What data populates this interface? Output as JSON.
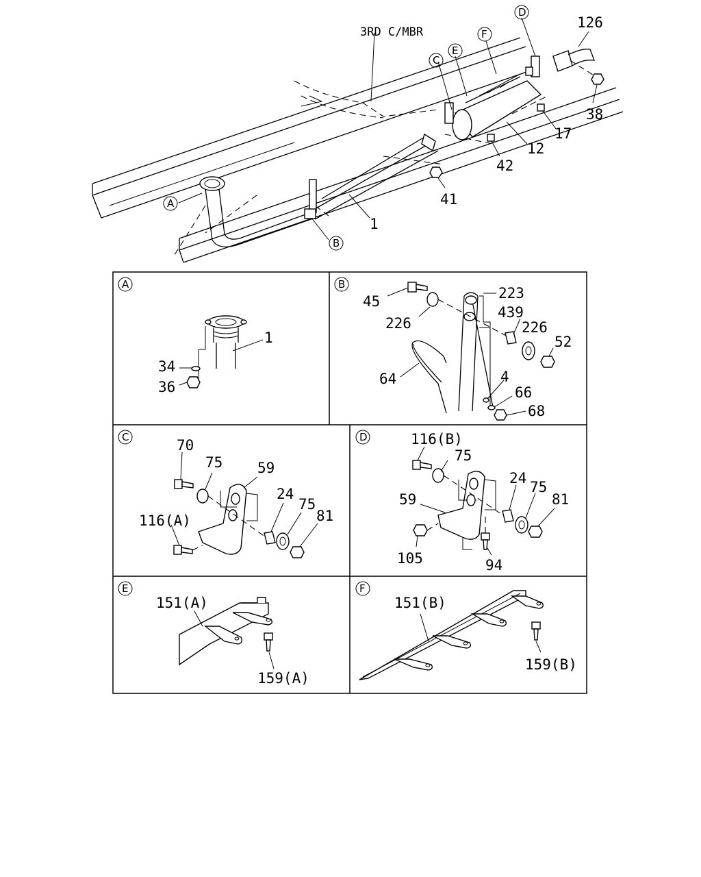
{
  "overview": {
    "member_label": "3RD C/MBR",
    "callouts": [
      "126",
      "38",
      "17",
      "12",
      "42",
      "41",
      "1"
    ],
    "refs": [
      "A",
      "B",
      "C",
      "D",
      "E",
      "F"
    ]
  },
  "panels": {
    "A": {
      "ref": "A",
      "labels": [
        "1",
        "34",
        "36"
      ]
    },
    "B": {
      "ref": "B",
      "labels": [
        "45",
        "223",
        "226",
        "439",
        "226",
        "52",
        "64",
        "4",
        "66",
        "68"
      ]
    },
    "C": {
      "ref": "C",
      "labels": [
        "70",
        "75",
        "59",
        "24",
        "75",
        "81",
        "116(A)"
      ]
    },
    "D": {
      "ref": "D",
      "labels": [
        "116(B)",
        "75",
        "24",
        "75",
        "81",
        "59",
        "105",
        "94"
      ]
    },
    "E": {
      "ref": "E",
      "labels": [
        "151(A)",
        "159(A)"
      ]
    },
    "F": {
      "ref": "F",
      "labels": [
        "151(B)",
        "159(B)"
      ]
    }
  }
}
